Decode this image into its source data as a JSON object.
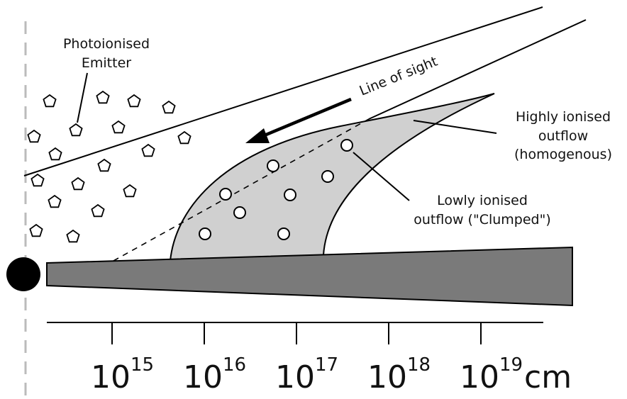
{
  "labels": {
    "photoionised_line1": "Photoionised",
    "photoionised_line2": "Emitter",
    "line_of_sight": "Line of sight",
    "highly_line1": "Highly ionised",
    "highly_line2": "outflow",
    "highly_line3": "(homogenous)",
    "lowly_line1": "Lowly ionised",
    "lowly_line2": "outflow (\"Clumped\")"
  },
  "axis": {
    "ticks": [
      {
        "base": "10",
        "exp": "15"
      },
      {
        "base": "10",
        "exp": "16"
      },
      {
        "base": "10",
        "exp": "17"
      },
      {
        "base": "10",
        "exp": "18"
      },
      {
        "base": "10",
        "exp": "19"
      }
    ],
    "unit": "cm"
  },
  "colors": {
    "ink": "#000000",
    "disk_fill": "#7a7a7a",
    "outflow_fill": "#d0d0d0",
    "axis_dash": "#bbbbbb"
  }
}
